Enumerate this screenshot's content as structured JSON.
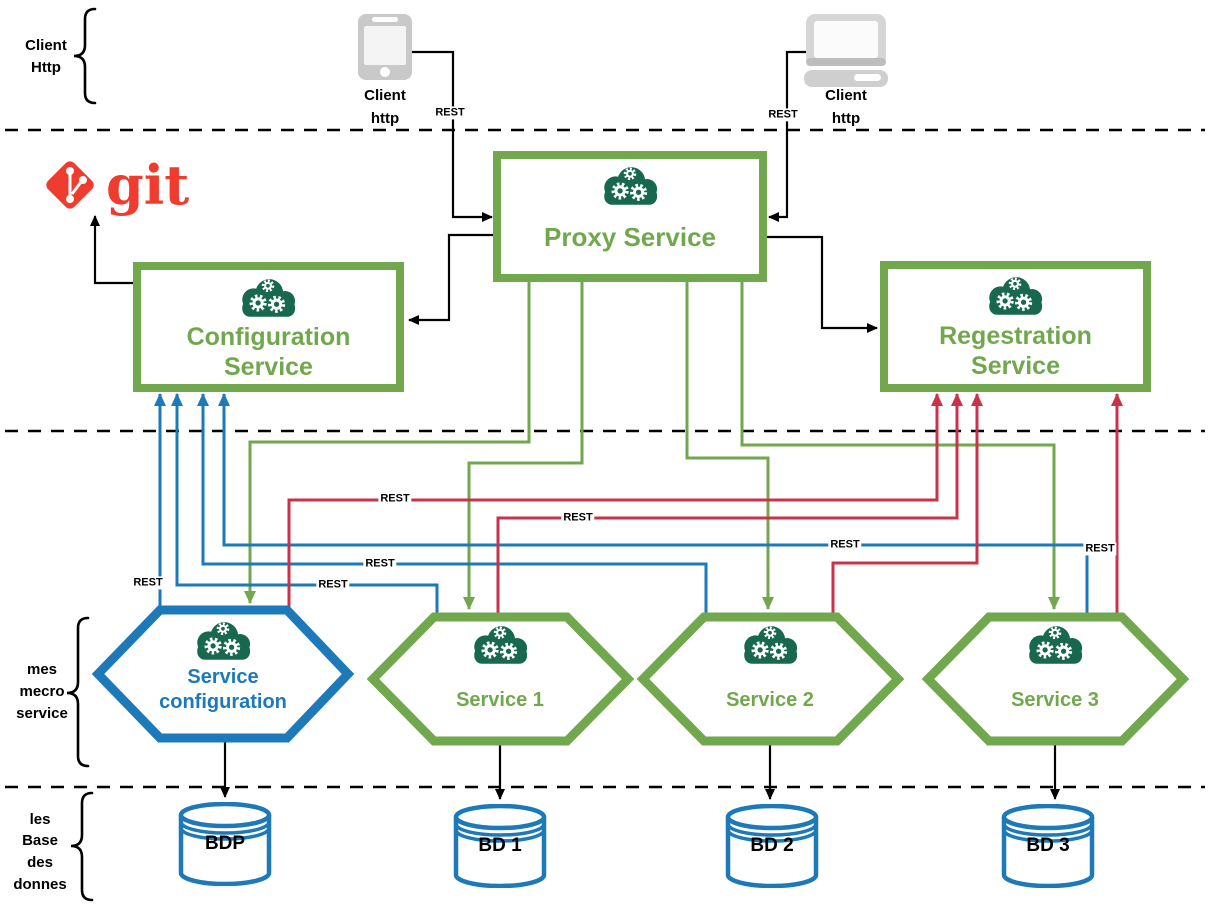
{
  "colors": {
    "green": "#71a84e",
    "blue": "#1d79b8",
    "red": "#c9334a",
    "teal_icon": "#17684f",
    "git_orange": "#f03c2e",
    "line_black": "#000000",
    "device_gray": "#c9c9c9"
  },
  "side_labels": {
    "clients": "Client\nHttp",
    "microservices": "mes\nmecro\nservice",
    "databases": "les\nBase\ndes\ndonnes"
  },
  "clients": {
    "phone_label": "Client\nhttp",
    "laptop_label": "Client\nhttp"
  },
  "git_label": "git",
  "rest_label": "REST",
  "service_boxes": {
    "proxy": "Proxy Service",
    "configuration": "Configuration\nService",
    "registration": "Regestration\nService"
  },
  "hexagons": [
    {
      "label": "Service\nconfiguration",
      "color": "blue"
    },
    {
      "label": "Service 1",
      "color": "green"
    },
    {
      "label": "Service 2",
      "color": "green"
    },
    {
      "label": "Service 3",
      "color": "green"
    }
  ],
  "databases": [
    {
      "label": "BDP"
    },
    {
      "label": "BD 1"
    },
    {
      "label": "BD 2"
    },
    {
      "label": "BD 3"
    }
  ]
}
